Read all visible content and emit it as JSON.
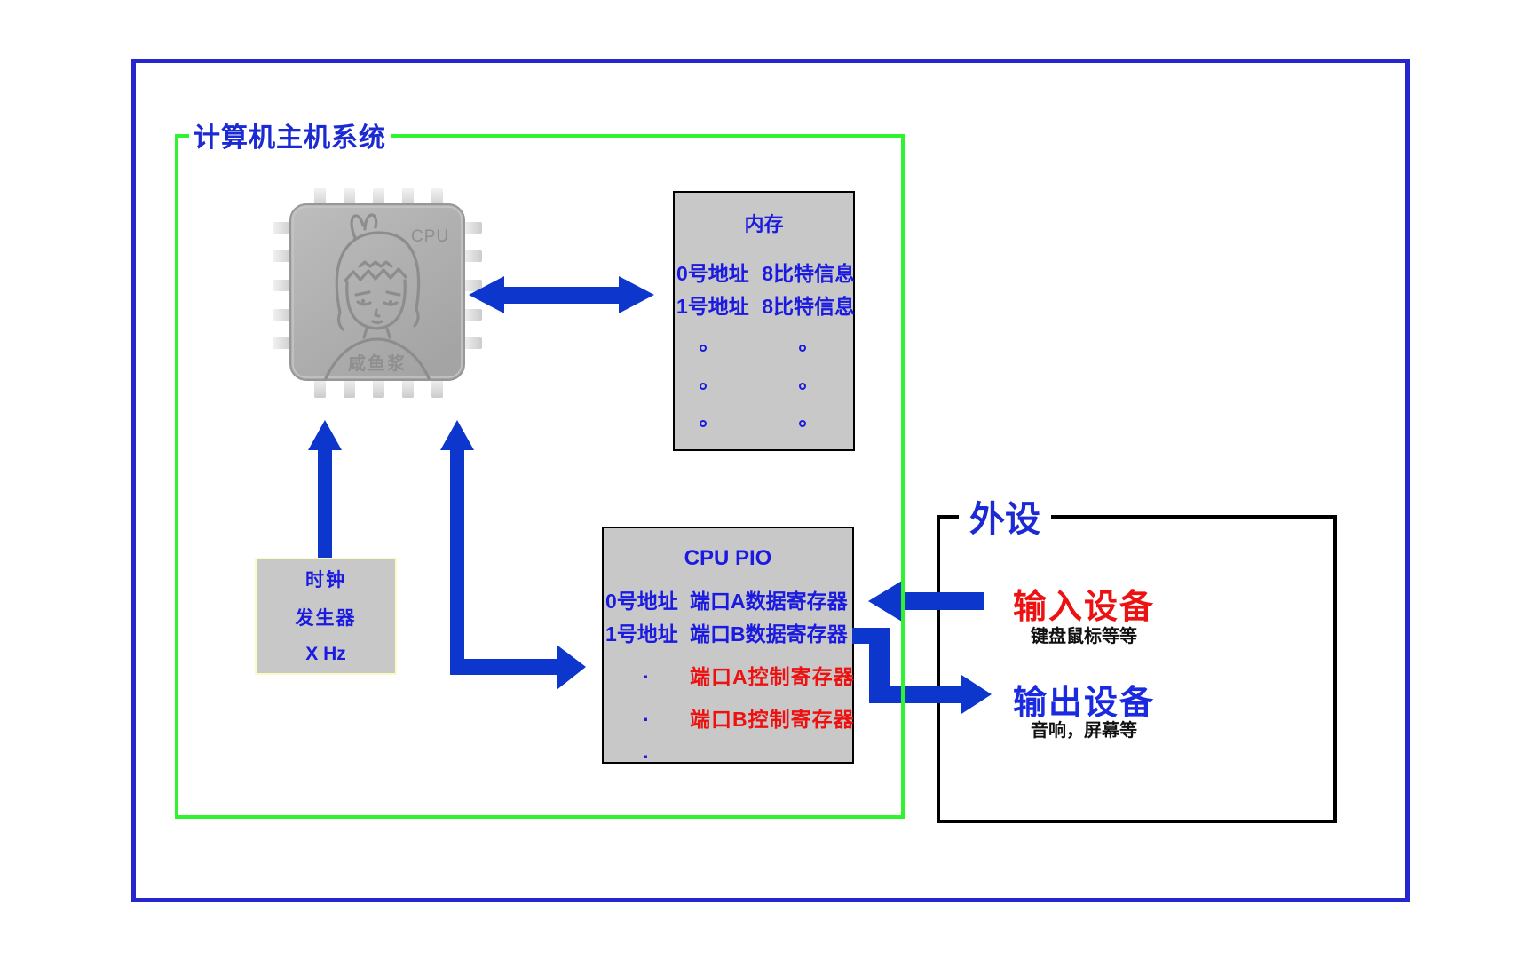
{
  "host_system": {
    "label": "计算机主机系统"
  },
  "cpu": {
    "label": "CPU",
    "name": "咸鱼浆"
  },
  "memory": {
    "title": "内存",
    "rows": [
      {
        "addr": "0号地址",
        "info": "8比特信息"
      },
      {
        "addr": "1号地址",
        "info": "8比特信息"
      }
    ],
    "ellipsis_rows": 3,
    "ellipsis_cols": 2
  },
  "clock": {
    "line1": "时钟",
    "line2": "发生器",
    "line3": "X Hz"
  },
  "pio": {
    "title": "CPU PIO",
    "rows": [
      {
        "addr": "0号地址",
        "name": "端口A数据寄存器",
        "type": "data"
      },
      {
        "addr": "1号地址",
        "name": "端口B数据寄存器",
        "type": "data"
      },
      {
        "addr": "·",
        "name": "端口A控制寄存器",
        "type": "control"
      },
      {
        "addr": "·",
        "name": "端口B控制寄存器",
        "type": "control"
      },
      {
        "addr": "·",
        "name": "",
        "type": "dot"
      }
    ]
  },
  "peripherals": {
    "label": "外设",
    "input": {
      "title": "输入设备",
      "subtitle": "键盘鼠标等等"
    },
    "output": {
      "title": "输出设备",
      "subtitle": "音响，屏幕等"
    }
  },
  "colors": {
    "outer_border": "#2626cf",
    "host_border": "#2ff32f",
    "periph_border": "#000000",
    "text_blue": "#1a1ae0",
    "text_red": "#ee1111",
    "arrow_blue": "#0d36cd",
    "box_gray": "#c8c8c8",
    "clock_border": "#fbfbc4",
    "chip_gray": "#b0b0b0"
  }
}
